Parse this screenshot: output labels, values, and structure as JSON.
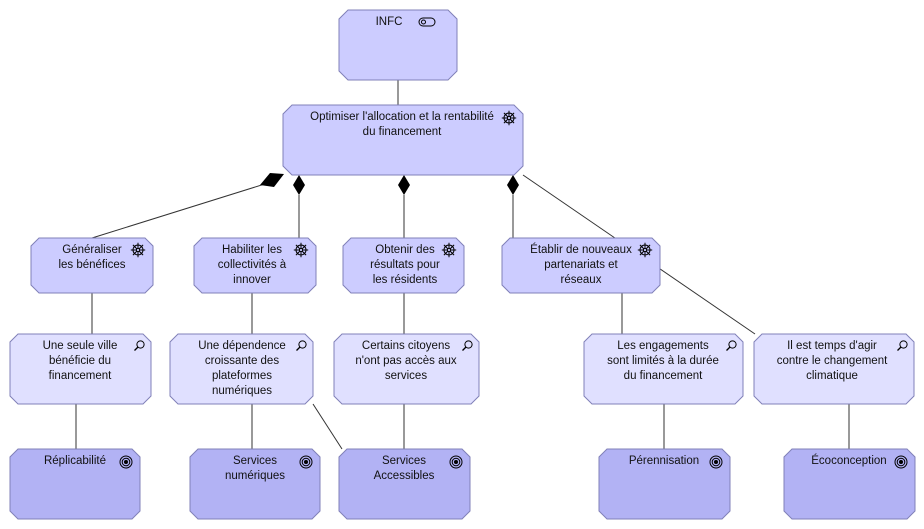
{
  "diagram": {
    "top": {
      "lines": [
        "INFC"
      ],
      "icon": "service-icon"
    },
    "objective": {
      "lines": [
        "Optimiser l'allocation et la rentabilité",
        "du financement"
      ],
      "icon": "wheel-icon"
    },
    "goals": [
      {
        "lines": [
          "Généraliser",
          "les bénéfices"
        ],
        "icon": "wheel-icon"
      },
      {
        "lines": [
          "Habiliter les",
          "collectivités à",
          "innover"
        ],
        "icon": "wheel-icon"
      },
      {
        "lines": [
          "Obtenir des",
          "résultats pour",
          "les résidents"
        ],
        "icon": "wheel-icon"
      },
      {
        "lines": [
          "Établir de nouveaux",
          "partenariats et",
          "réseaux"
        ],
        "icon": "wheel-icon"
      }
    ],
    "assessments": [
      {
        "lines": [
          "Une seule ville",
          "bénéficie du",
          "financement"
        ],
        "icon": "magnifier-icon"
      },
      {
        "lines": [
          "Une dépendence",
          "croissante des",
          "plateformes",
          "numériques"
        ],
        "icon": "magnifier-icon"
      },
      {
        "lines": [
          "Certains citoyens",
          "n'ont pas accès aux",
          "services"
        ],
        "icon": "magnifier-icon"
      },
      {
        "lines": [
          "Les engagements",
          "sont limités à la durée",
          "du financement"
        ],
        "icon": "magnifier-icon"
      },
      {
        "lines": [
          "Il est temps d'agir",
          "contre le changement",
          "climatique"
        ],
        "icon": "magnifier-icon"
      }
    ],
    "outcomes": [
      {
        "lines": [
          "Réplicabilité"
        ],
        "icon": "target-icon"
      },
      {
        "lines": [
          "Services",
          "numériques"
        ],
        "icon": "target-icon"
      },
      {
        "lines": [
          "Services",
          "Accessibles"
        ],
        "icon": "target-icon"
      },
      {
        "lines": [
          "Pérennisation"
        ],
        "icon": "target-icon"
      },
      {
        "lines": [
          "Écoconception"
        ],
        "icon": "target-icon"
      }
    ],
    "colors": {
      "node_fill": "#ccccff",
      "assessment_fill": "#e0e0ff",
      "outcome_fill": "#b2b2f4",
      "stroke": "#8080b8",
      "line": "#333333"
    }
  }
}
